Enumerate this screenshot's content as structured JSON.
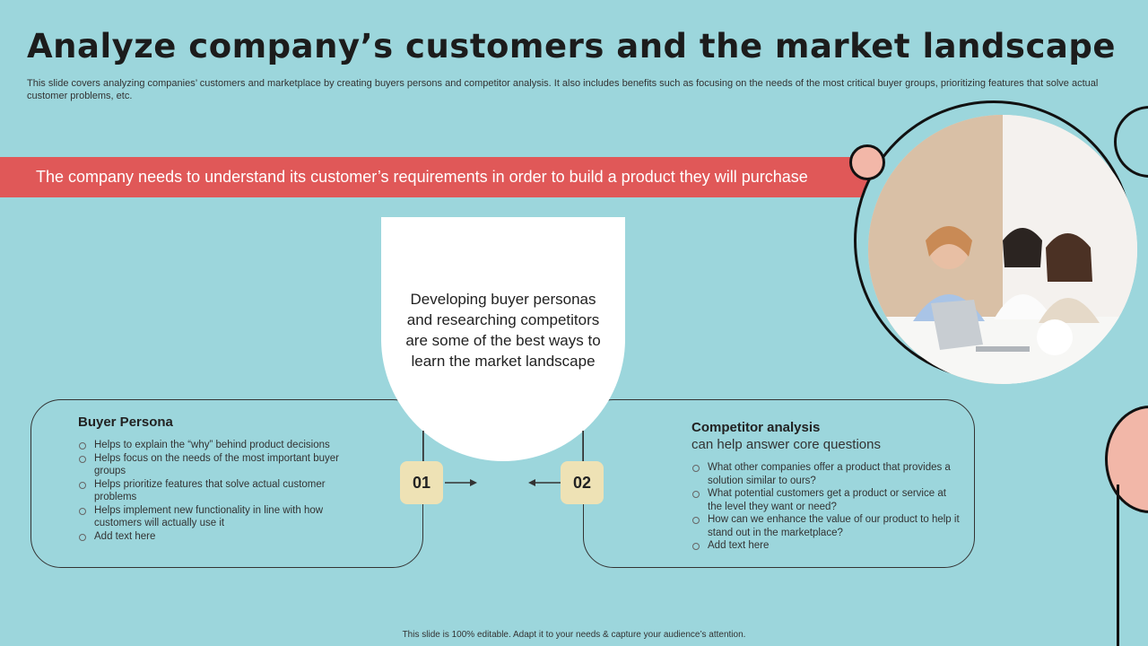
{
  "title": "Analyze company’s customers and the market landscape",
  "subtitle": "This slide covers analyzing companies’ customers and marketplace by creating buyers persons and competitor analysis. It also includes benefits such as focusing on the needs of the most critical buyer groups, prioritizing features that solve actual customer problems, etc.",
  "banner": "The company needs to understand its customer’s requirements in order to build a product they will purchase",
  "center": {
    "text": "Developing buyer personas and researching competitors are some of the best ways to learn the market landscape"
  },
  "left": {
    "number": "01",
    "heading": "Buyer Persona",
    "bullets": [
      "Helps to explain the “why” behind product decisions",
      "Helps focus on the needs of the most important buyer groups",
      "Helps prioritize features that solve actual customer problems",
      "Helps implement new functionality in line with how customers will actually use it",
      "Add text here"
    ]
  },
  "right": {
    "number": "02",
    "heading": "Competitor analysis",
    "subheading": "can help answer core questions",
    "bullets": [
      "What other companies offer a product that provides a solution similar to ours?",
      "What potential customers get a product or service at the level they want or need?",
      "How can we enhance the value of our product to help it stand out in the marketplace?",
      "Add text here"
    ]
  },
  "footer": "This slide is 100% editable. Adapt it to your needs & capture your audience’s attention.",
  "colors": {
    "background": "#9cd6dc",
    "banner": "#e05858",
    "accent_pink": "#f2b7a8",
    "number_badge": "#eee2b5"
  },
  "image": {
    "subject": "three women looking at a laptop"
  }
}
